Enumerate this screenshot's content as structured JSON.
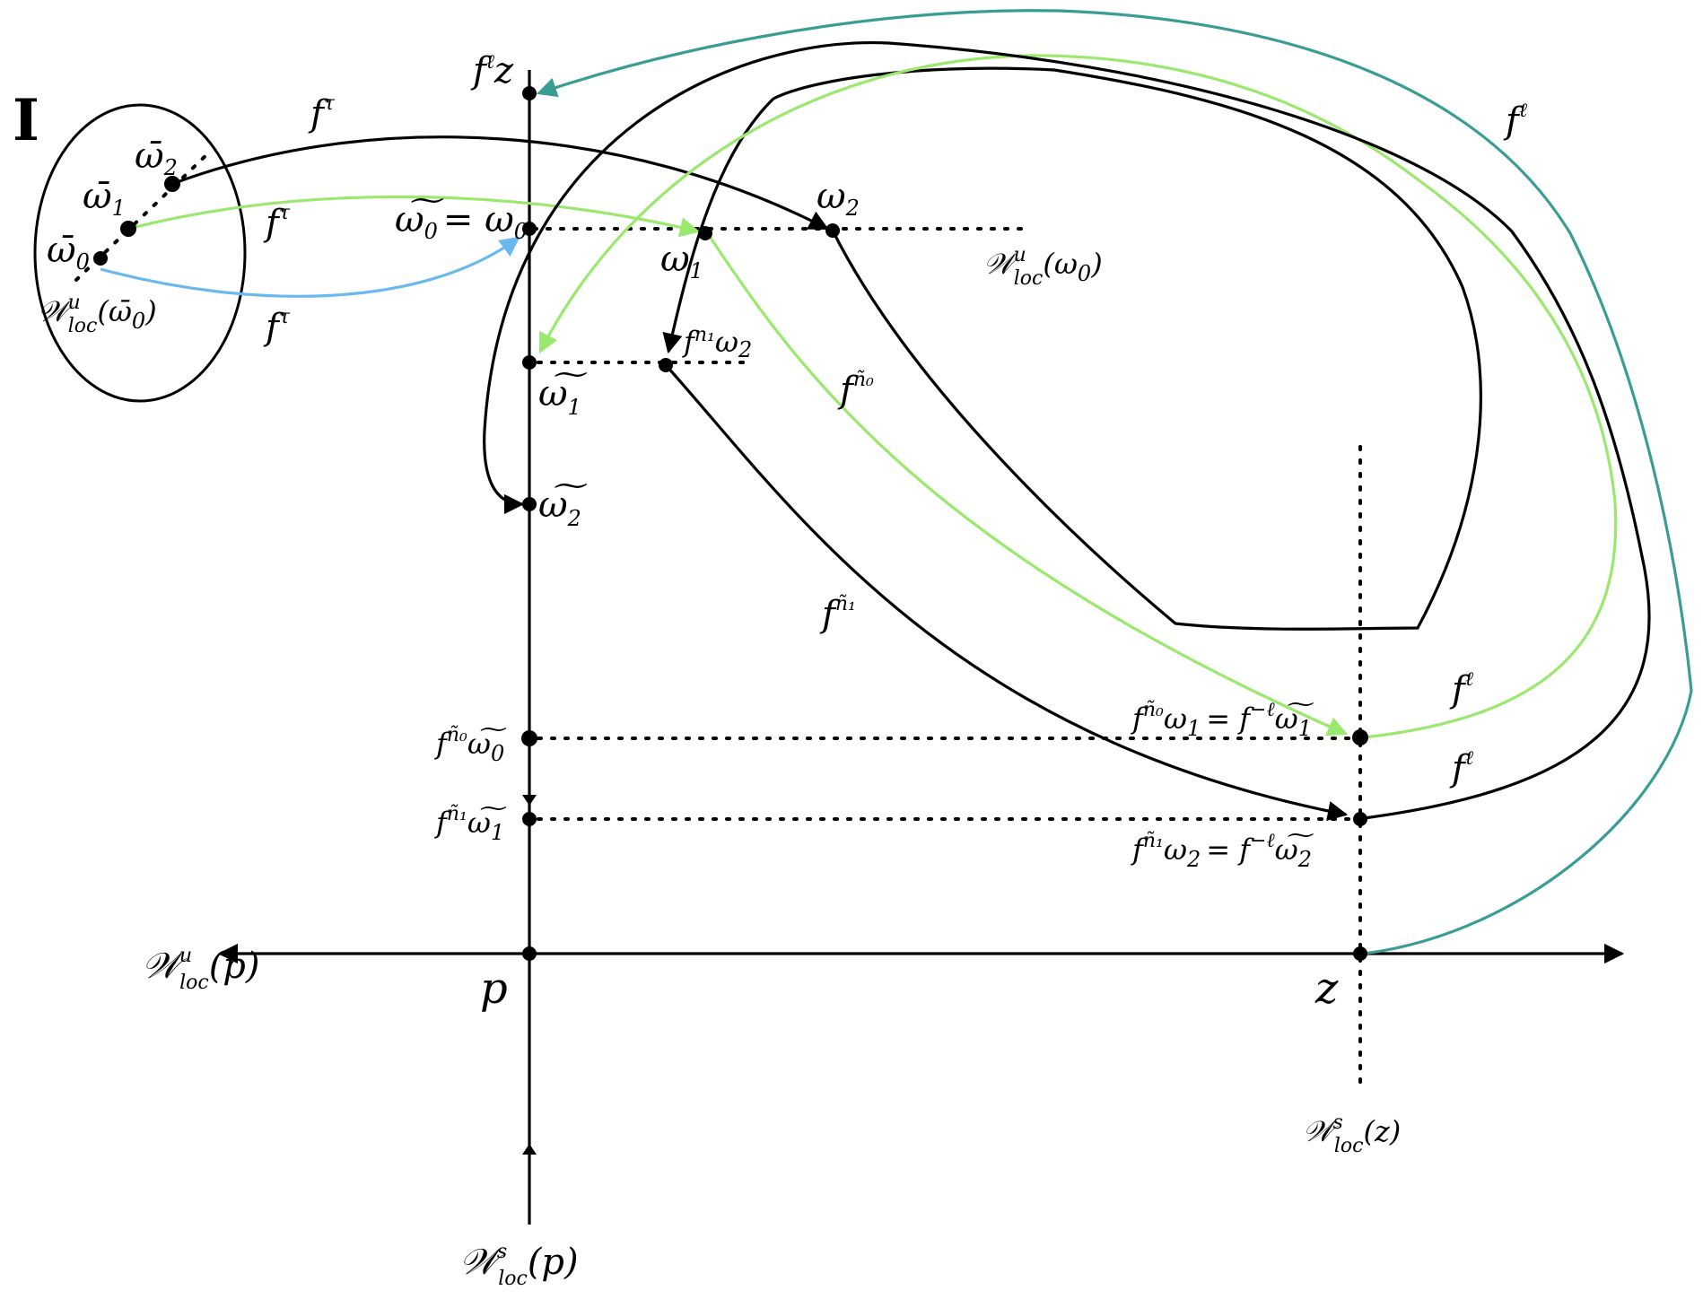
{
  "colors": {
    "black": "#000000",
    "green": "#9be86e",
    "blue": "#6ab8f0",
    "teal": "#3a9d94"
  },
  "labels": {
    "roman_one": "I",
    "w_bar_2": "ω̄",
    "w_bar_2_sub": "2",
    "w_bar_1": "ω̄",
    "w_bar_1_sub": "1",
    "w_bar_0": "ω̄",
    "w_bar_0_sub": "0",
    "wu_loc_wbar0": "𝒲",
    "wu_loc_wbar0_sup": "u",
    "wu_loc_wbar0_sub": "loc",
    "wu_loc_wbar0_arg": "(ω̄",
    "wu_loc_wbar0_arg_sub": "0",
    "wu_loc_wbar0_close": ")",
    "f_tau_top": "f",
    "f_tau_top_sup": "τ",
    "f_tau_mid": "f",
    "f_tau_mid_sup": "τ",
    "f_tau_low": "f",
    "f_tau_low_sup": "τ",
    "fl_z": "f",
    "fl_z_sup": "ℓ",
    "fl_z_tail": "z",
    "wt0_eq": "ω͠",
    "wt0_sub": "0",
    "wt0_rest": "= ω",
    "wt0_rest_sub": "0",
    "w2": "ω",
    "w2_sub": "2",
    "w1": "ω",
    "w1_sub": "1",
    "wu_loc_w0": "𝒲",
    "wu_loc_w0_sup": "u",
    "wu_loc_w0_sub": "loc",
    "wu_loc_w0_arg": "(ω",
    "wu_loc_w0_arg_sub": "0",
    "wu_loc_w0_close": ")",
    "fn1_w2": "f",
    "fn1_w2_sup": "n₁",
    "fn1_w2_tail": "ω",
    "fn1_w2_tail_sub": "2",
    "wt1": "ω͠",
    "wt1_sub": "1",
    "wt2": "ω͠",
    "wt2_sub": "2",
    "f_ntilde0": "f",
    "f_ntilde0_sup": "ñ₀",
    "f_ntilde1": "f",
    "f_ntilde1_sup": "ñ₁",
    "fl_top_right": "f",
    "fl_top_right_sup": "ℓ",
    "fl_green_right": "f",
    "fl_green_right_sup": "ℓ",
    "fl_black_right": "f",
    "fl_black_right_sup": "ℓ",
    "eq1_a": "f",
    "eq1_a_sup": "ñ₀",
    "eq1_b": "ω",
    "eq1_b_sub": "1",
    "eq1_c": "= f",
    "eq1_c_sup": "−ℓ",
    "eq1_d": "ω͠",
    "eq1_d_sub": "1",
    "eq2_a": "f",
    "eq2_a_sup": "ñ₁",
    "eq2_b": "ω",
    "eq2_b_sub": "2",
    "eq2_c": "= f",
    "eq2_c_sup": "−ℓ",
    "eq2_d": "ω͠",
    "eq2_d_sub": "2",
    "fn0_wt0": "f",
    "fn0_wt0_sup": "ñ₀",
    "fn0_wt0_tail": "ω͠",
    "fn0_wt0_tail_sub": "0",
    "fn1_wt1": "f",
    "fn1_wt1_sup": "ñ₁",
    "fn1_wt1_tail": "ω͠",
    "fn1_wt1_tail_sub": "1",
    "wu_loc_p": "𝒲",
    "wu_loc_p_sup": "u",
    "wu_loc_p_sub": "loc",
    "wu_loc_p_arg": "(p)",
    "p": "p",
    "z": "z",
    "ws_loc_z": "𝒲",
    "ws_loc_z_sup": "s",
    "ws_loc_z_sub": "loc",
    "ws_loc_z_arg": "(z)",
    "ws_loc_p": "𝒲",
    "ws_loc_p_sup": "s",
    "ws_loc_p_sub": "loc",
    "ws_loc_p_arg": "(p)"
  }
}
